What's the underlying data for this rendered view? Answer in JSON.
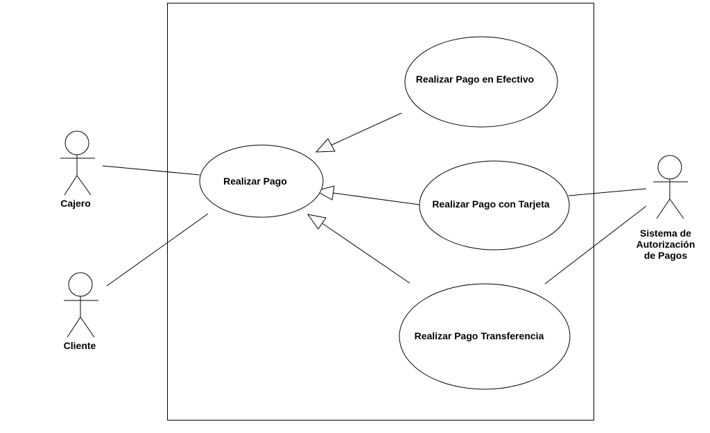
{
  "actors": {
    "cajero": "Cajero",
    "cliente": "Cliente",
    "sistema": [
      "Sistema de",
      "Autorización",
      "de Pagos"
    ]
  },
  "use_cases": {
    "realizar_pago": "Realizar Pago",
    "efectivo": "Realizar Pago en Efectivo",
    "tarjeta": "Realizar Pago con Tarjeta",
    "transferencia": "Realizar Pago Transferencia"
  }
}
